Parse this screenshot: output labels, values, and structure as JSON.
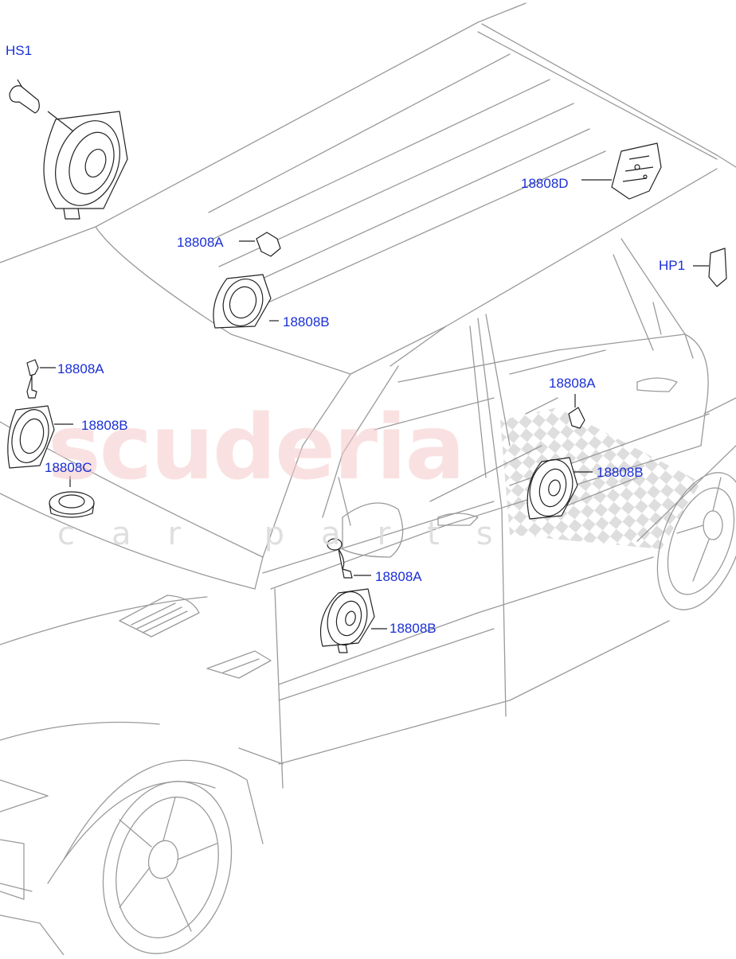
{
  "diagram": {
    "callouts": {
      "hs1": "HS1",
      "hp1": "HP1",
      "d_top": "18808D",
      "a_roof": "18808A",
      "b_roof": "18808B",
      "a_left": "18808A",
      "b_left": "18808B",
      "c_left": "18808C",
      "a_rdoor": "18808A",
      "b_rdoor": "18808B",
      "a_fdoor": "18808A",
      "b_fdoor": "18808B"
    }
  },
  "watermark": {
    "brand": "scuderia",
    "tagline": "car parts"
  },
  "colors": {
    "callout": "#1a2fd6",
    "outline": "#9a9a9a",
    "part": "#222222",
    "watermark_red": "#f6c9c9",
    "watermark_grey": "#dcdcdc",
    "checker": "#d8d8d8"
  }
}
